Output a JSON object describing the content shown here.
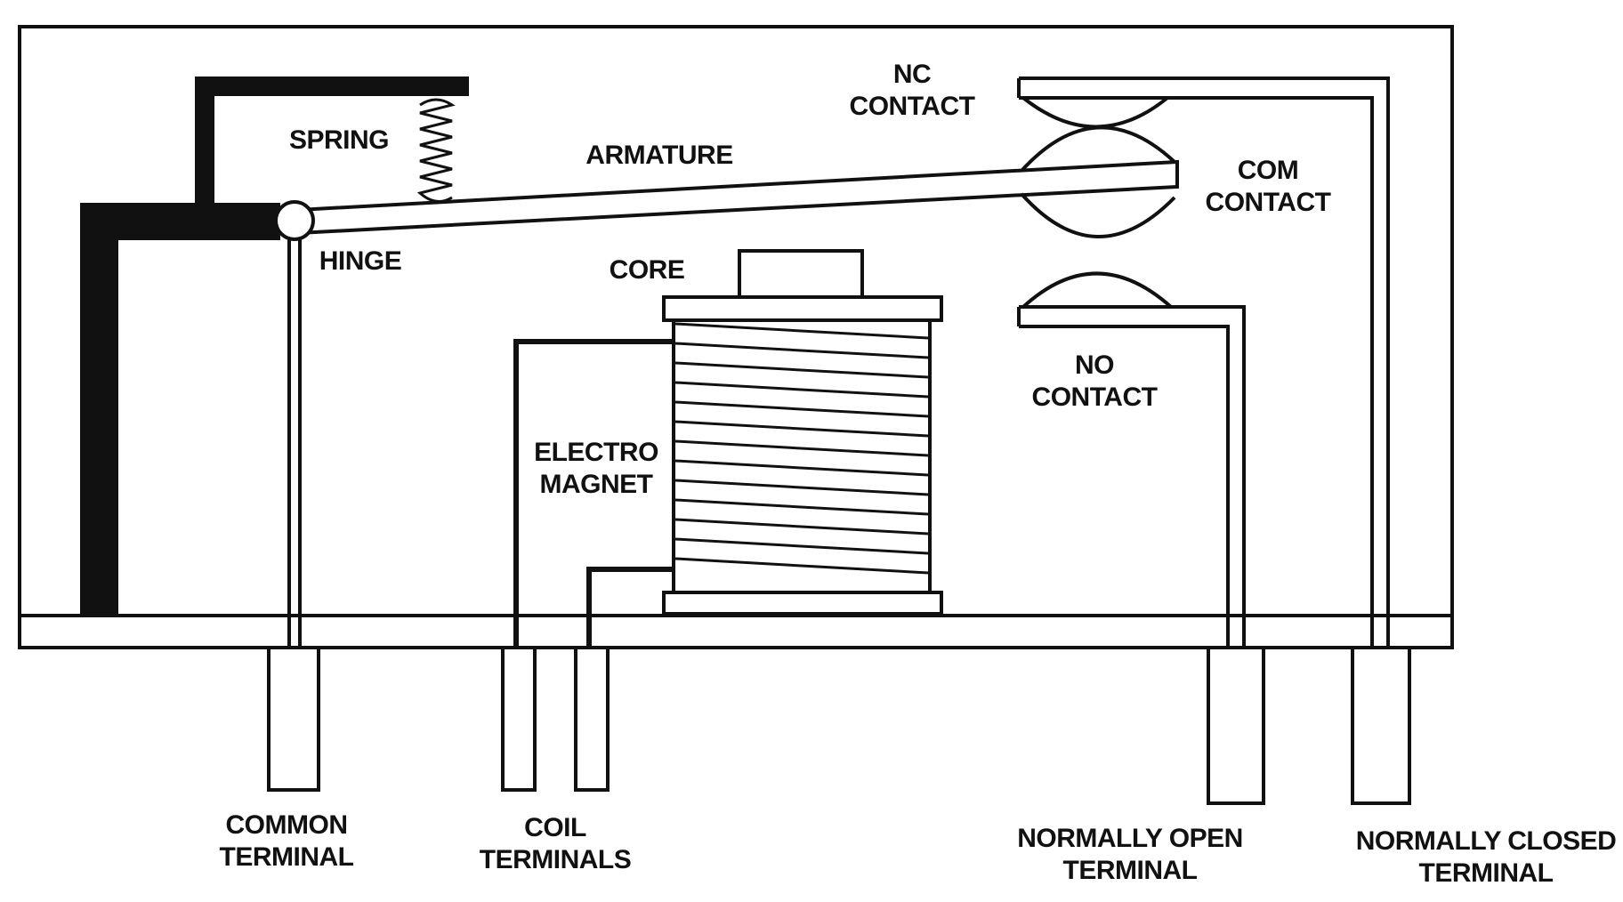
{
  "labels": {
    "spring": "SPRING",
    "armature": "ARMATURE",
    "hinge": "HINGE",
    "core": "CORE",
    "electromagnet": [
      "ELECTRO",
      "MAGNET"
    ],
    "nc_contact": [
      "NC",
      "CONTACT"
    ],
    "com_contact": [
      "COM",
      "CONTACT"
    ],
    "no_contact": [
      "NO",
      "CONTACT"
    ],
    "common_terminal": [
      "COMMON",
      "TERMINAL"
    ],
    "coil_terminals": [
      "COIL",
      "TERMINALS"
    ],
    "no_terminal": [
      "NORMALLY OPEN",
      "TERMINAL"
    ],
    "nc_terminal": [
      "NORMALLY CLOSED",
      "TERMINAL"
    ]
  },
  "colors": {
    "line": "#111111",
    "background": "#ffffff"
  }
}
